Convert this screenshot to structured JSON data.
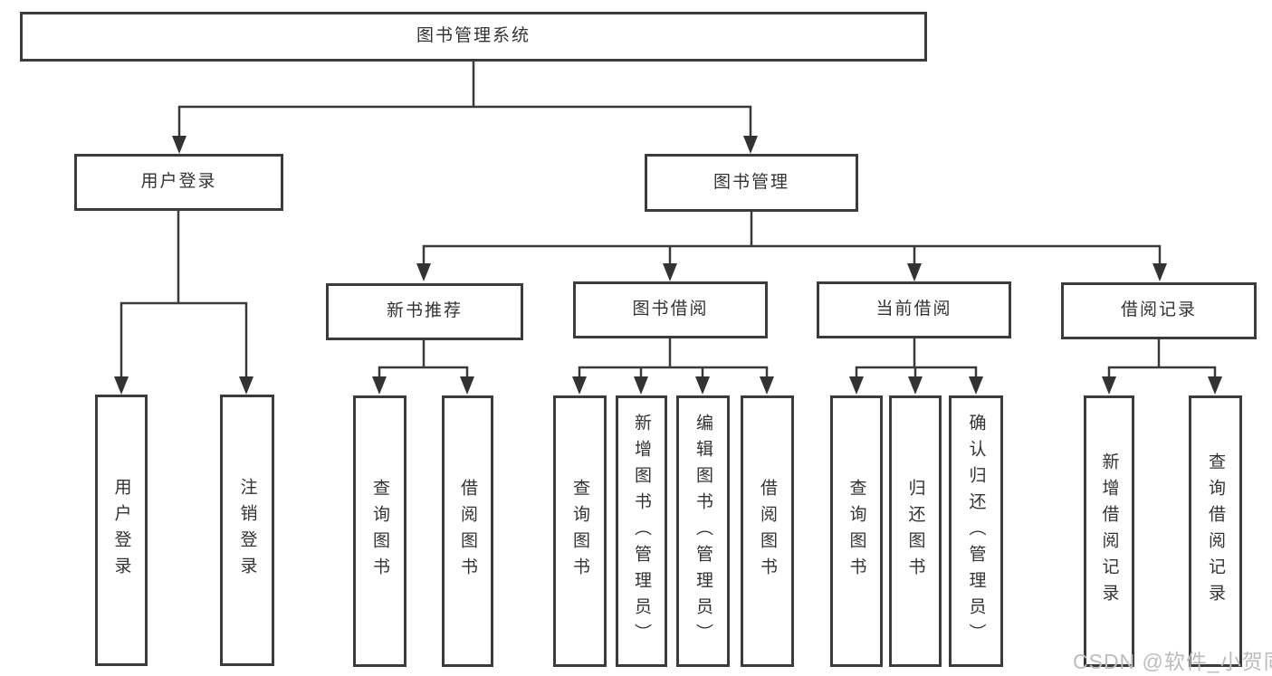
{
  "diagram": {
    "title": "图书管理系统",
    "type": "hierarchy-structure-chart",
    "colors": {
      "line": "#3a3a3a",
      "box_border": "#3b3b3b",
      "text": "#333333",
      "background": "#ffffff",
      "watermark_text": "#bcbcbc"
    }
  },
  "nodes": {
    "root": "图书管理系统",
    "userLogin": "用户登录",
    "bookManagement": "图书管理",
    "loginLeaf": "用户登录",
    "logoutLeaf": "注销登录",
    "newBookRecommend": "新书推荐",
    "bookBorrowing": "图书借阅",
    "currentBorrowing": "当前借阅",
    "borrowingRecords": "借阅记录",
    "queryBooksRecommend": "查询图书",
    "borrowBooksRecommend": "借阅图书",
    "queryBooksBorrowing": "查询图书",
    "addBooksAdmin": "新增图书（管理员）",
    "editBooksAdmin": "编辑图书（管理员）",
    "borrowBooksBorrowing": "借阅图书",
    "queryBooksCurrent": "查询图书",
    "returnBooks": "归还图书",
    "confirmReturnAdmin": "确认归还（管理员）",
    "addBorrowRecord": "新增借阅记录",
    "queryBorrowRecord": "查询借阅记录"
  },
  "watermark": "CSDN @软件_小贺同学"
}
